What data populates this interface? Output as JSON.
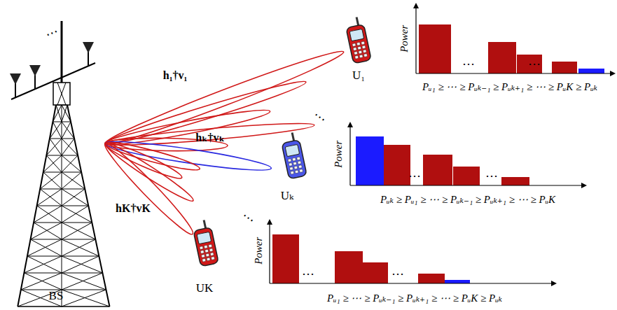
{
  "diagram": {
    "labels": [
      "BS",
      "h₁†v₁",
      "hₖ†vₖ",
      "hK†vK",
      "U₁",
      "Uₖ",
      "UK",
      "⋯",
      "⋯",
      "⋯",
      "Power",
      "⋯",
      "⋯",
      "Pᵤ₁ ≥ ⋯ ≥ Pᵤₖ₋₁ ≥ Pᵤₖ₊₁ ≥ ⋯ ≥ PᵤK ≥ Pᵤₖ",
      "Power",
      "⋯",
      "⋯",
      "Pᵤₖ ≥ Pᵤ₁ ≥ ⋯ ≥ Pᵤₖ₋₁ ≥ Pᵤₖ₊₁ ≥ ⋯ ≥ PᵤK",
      "Power",
      "⋯",
      "⋯",
      "Pᵤ₁ ≥ ⋯ ≥ Pᵤₖ₋₁ ≥ Pᵤₖ₊₁ ≥ ⋯ ≥ PᵤK ≥ Pᵤₖ"
    ]
  }
}
